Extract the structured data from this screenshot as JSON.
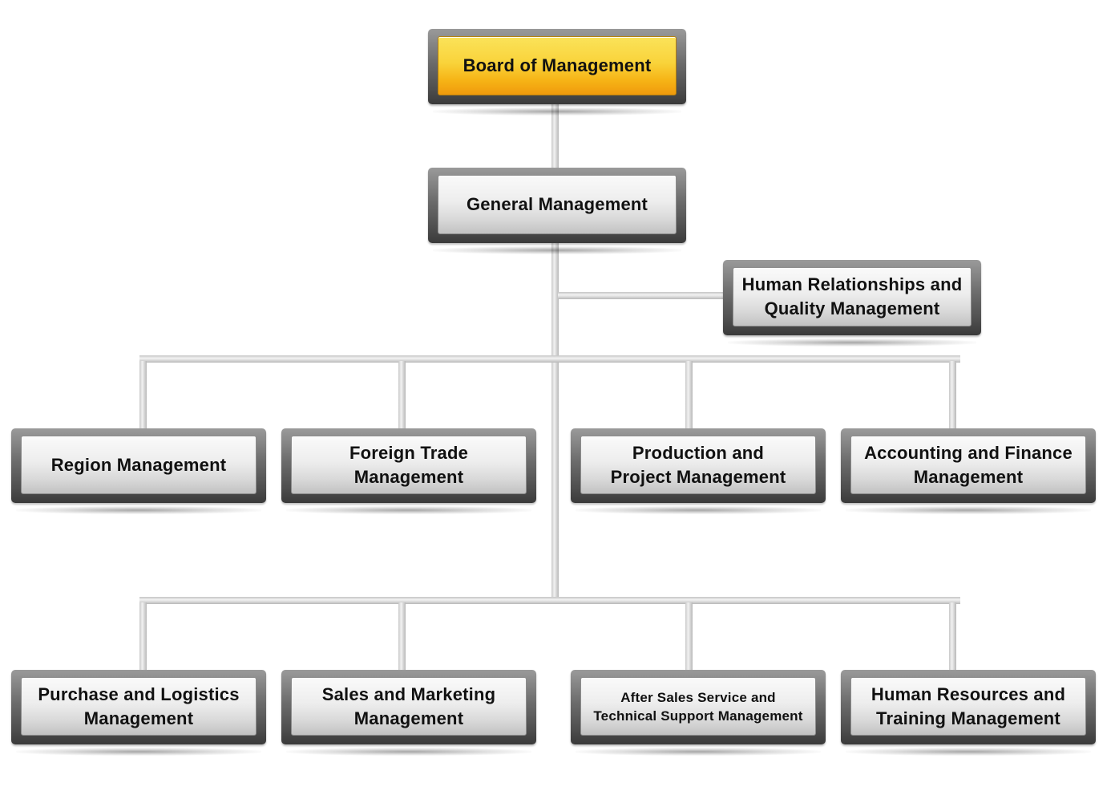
{
  "diagram": {
    "type": "org-chart",
    "top": {
      "id": "board",
      "label": "Board of Management",
      "color": "#f7c21f"
    },
    "level2": {
      "id": "general",
      "label": "General Management"
    },
    "staff": {
      "id": "hr-quality",
      "label": "Human Relationships and\nQuality Management"
    },
    "row1": [
      {
        "id": "region",
        "label": "Region Management"
      },
      {
        "id": "foreign-trade",
        "label": "Foreign Trade\nManagement"
      },
      {
        "id": "production",
        "label": "Production and\nProject Management"
      },
      {
        "id": "accounting",
        "label": "Accounting and Finance\nManagement"
      }
    ],
    "row2": [
      {
        "id": "purchase",
        "label": "Purchase and Logistics\nManagement"
      },
      {
        "id": "sales",
        "label": "Sales and Marketing\nManagement"
      },
      {
        "id": "after-sales",
        "label": "After Sales Service and\nTechnical Support Management"
      },
      {
        "id": "hr-training",
        "label": "Human Resources and\nTraining Management"
      }
    ],
    "edges": [
      [
        "Board of Management",
        "General Management"
      ],
      [
        "General Management",
        "Human Relationships and Quality Management"
      ],
      [
        "General Management",
        "Region Management"
      ],
      [
        "General Management",
        "Foreign Trade Management"
      ],
      [
        "General Management",
        "Production and Project Management"
      ],
      [
        "General Management",
        "Accounting and Finance Management"
      ],
      [
        "General Management",
        "Purchase and Logistics Management"
      ],
      [
        "General Management",
        "Sales and Marketing Management"
      ],
      [
        "General Management",
        "After Sales Service and Technical Support Management"
      ],
      [
        "General Management",
        "Human Resources and Training Management"
      ]
    ]
  }
}
